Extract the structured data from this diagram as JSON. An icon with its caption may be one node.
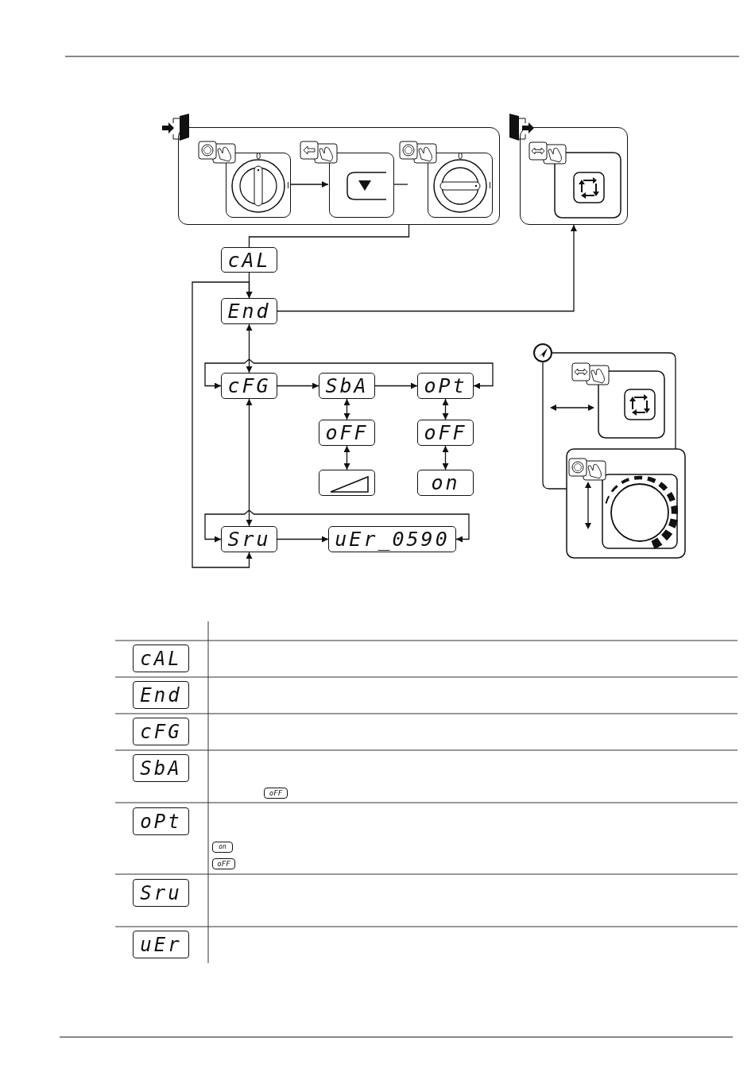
{
  "diagram": {
    "nodes": [
      {
        "text": [],
        "shape": "box"
      },
      {
        "text": [
          "0",
          "I"
        ],
        "in": 0
      },
      {
        "text": [],
        "shape": "box",
        "in": 0
      },
      {
        "text": [
          "0",
          "I"
        ],
        "in": 0
      },
      {
        "text": [],
        "shape": "box"
      },
      {
        "text": [
          "cAL"
        ]
      },
      {
        "text": [
          "End"
        ]
      },
      {
        "text": [
          "cFG"
        ]
      },
      {
        "text": [
          "SbA"
        ]
      },
      {
        "text": [
          "oPt"
        ]
      },
      {
        "text": [
          "oFF"
        ]
      },
      {
        "text": [
          "oFF"
        ]
      },
      {
        "text": [],
        "shape": "box"
      },
      {
        "text": [
          "on"
        ]
      },
      {
        "text": [
          "Sru"
        ]
      },
      {
        "text": [
          "uEr_0590"
        ]
      }
    ],
    "edges": [
      {
        "from": 1,
        "to": 2,
        "arrow": "to"
      },
      {
        "from": 2,
        "to": 3,
        "arrow": "none",
        "style": "dashed"
      },
      {
        "from": 0,
        "to": 5,
        "arrow": "none"
      },
      {
        "from": 5,
        "to": 6,
        "arrow": "to"
      },
      {
        "from": 6,
        "to": 4,
        "arrow": "to"
      },
      {
        "from": 6,
        "to": 7,
        "arrow": "both"
      },
      {
        "from": 7,
        "to": 8,
        "arrow": "to"
      },
      {
        "from": 8,
        "to": 9,
        "arrow": "to"
      },
      {
        "from": 9,
        "to": 7,
        "arrow": "both"
      },
      {
        "from": 8,
        "to": 10,
        "arrow": "both"
      },
      {
        "from": 10,
        "to": 12,
        "arrow": "both"
      },
      {
        "from": 9,
        "to": 11,
        "arrow": "both"
      },
      {
        "from": 11,
        "to": 13,
        "arrow": "both"
      },
      {
        "from": 7,
        "to": 14,
        "arrow": "both"
      },
      {
        "from": 14,
        "to": 15,
        "arrow": "to"
      },
      {
        "from": 15,
        "to": 14,
        "arrow": "both"
      },
      {
        "from": 14,
        "to": 6,
        "arrow": "both"
      }
    ],
    "labels": [
      "cAL",
      "End",
      "cFG",
      "SbA",
      "oFF",
      "oPt",
      "on",
      "oFF",
      "Sru",
      "uEr"
    ]
  }
}
